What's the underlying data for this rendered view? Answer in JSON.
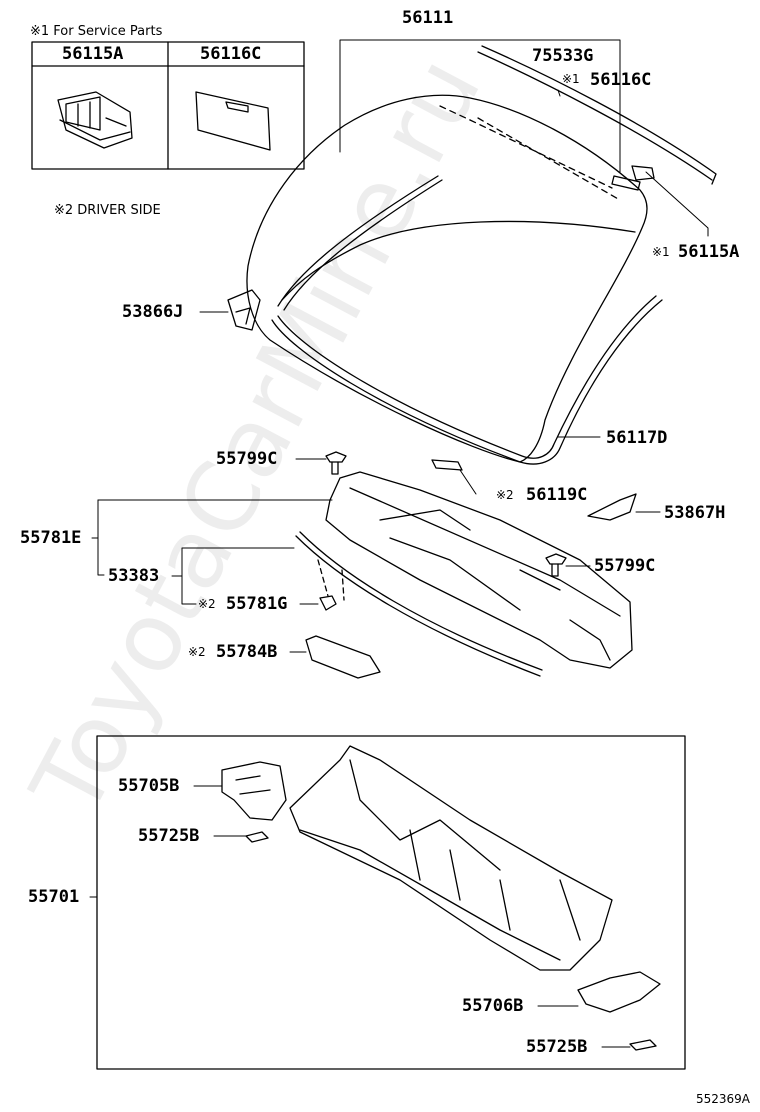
{
  "legend": {
    "service_note": "※1 For Service Parts",
    "col1": "56115A",
    "col2": "56116C",
    "driver_note": "※2 DRIVER SIDE"
  },
  "parts": {
    "p56111": "56111",
    "p75533G": "75533G",
    "p56116C": "56116C",
    "p56115A": "56115A",
    "p53866J": "53866J",
    "p56117D": "56117D",
    "p55799C_a": "55799C",
    "p56119C": "56119C",
    "p53867H": "53867H",
    "p55781E": "55781E",
    "p55799C_b": "55799C",
    "p53383": "53383",
    "p55781G": "55781G",
    "p55784B": "55784B",
    "p55705B": "55705B",
    "p55725B_a": "55725B",
    "p55701": "55701",
    "p55706B": "55706B",
    "p55725B_b": "55725B"
  },
  "markers": {
    "m1": "※1",
    "m2": "※2"
  },
  "diagram_code": "552369A",
  "watermark": "ToyotaCarMine.ru"
}
